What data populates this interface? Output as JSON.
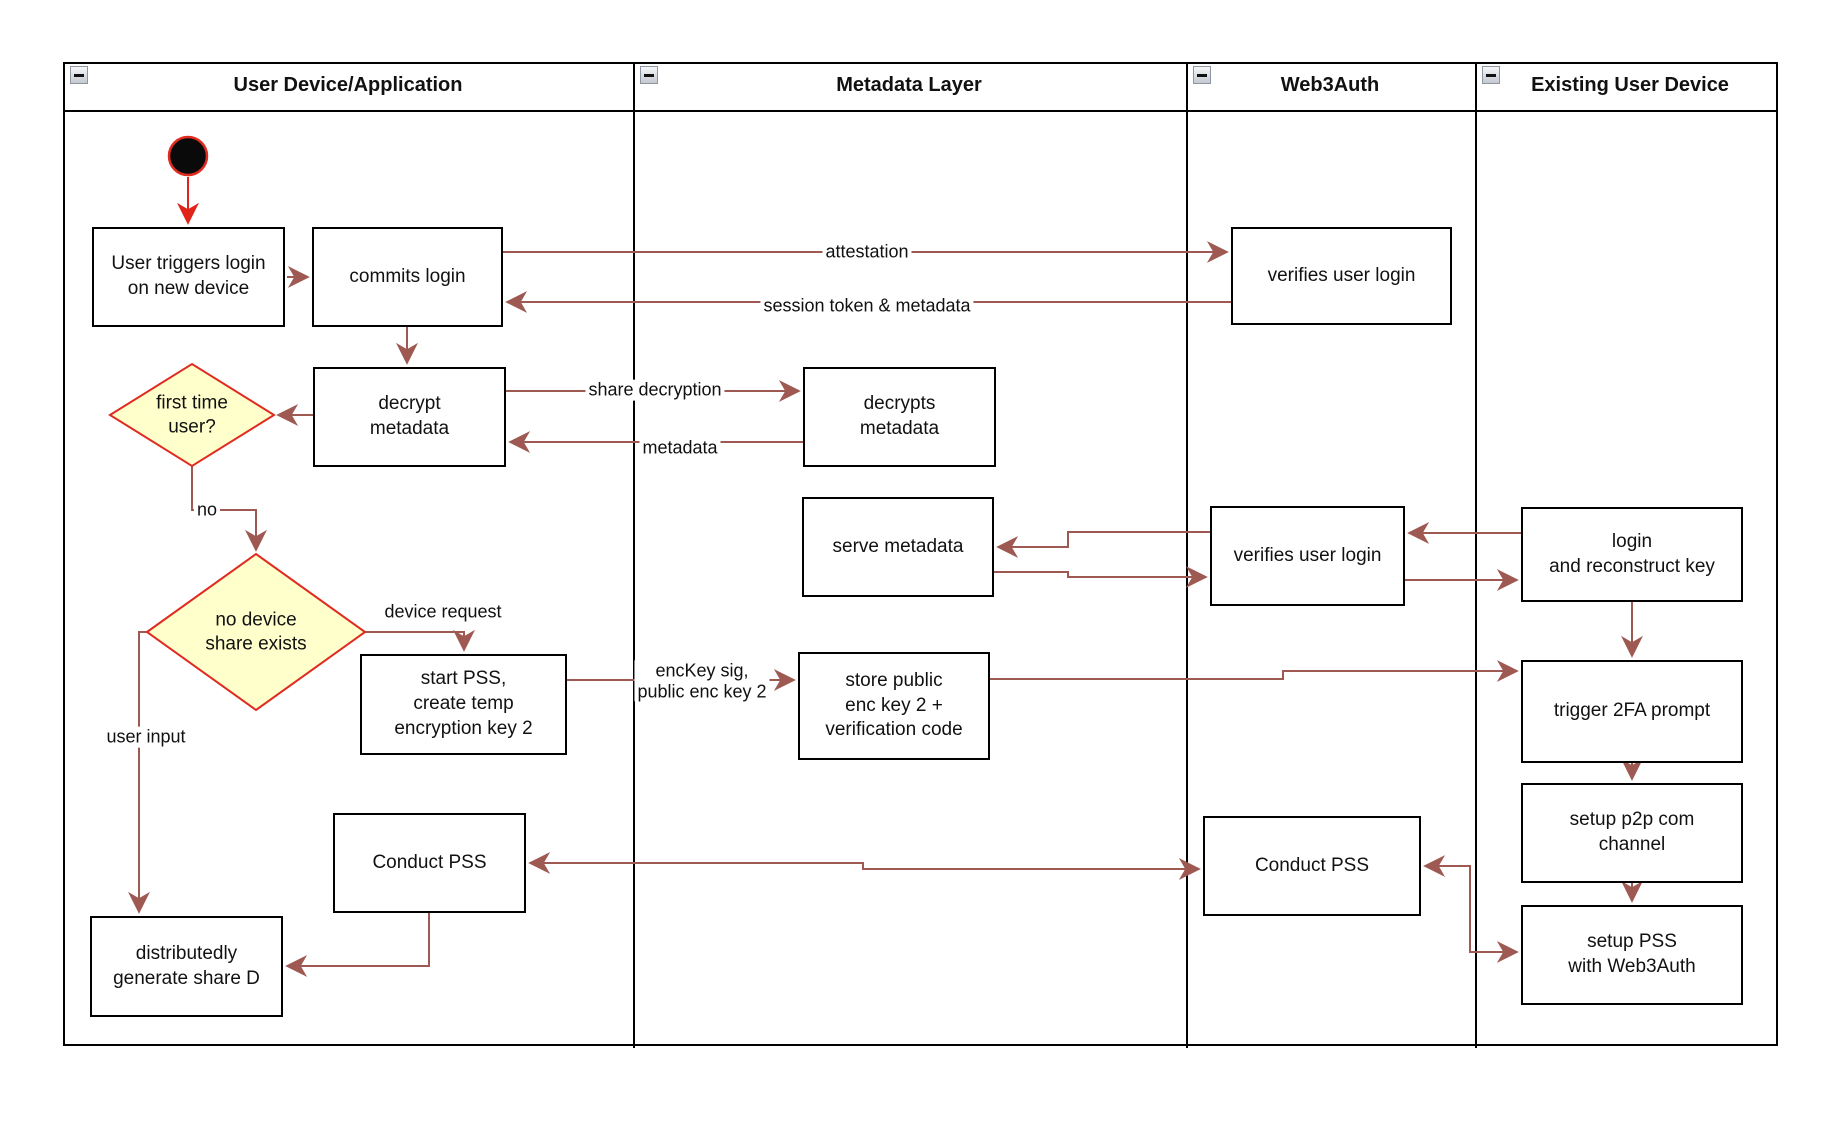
{
  "diagram": {
    "kind": "uml-activity-swimlane-flowchart"
  },
  "lanes": [
    {
      "title": "User Device/Application",
      "collapse_icon": "minus"
    },
    {
      "title": "Metadata Layer",
      "collapse_icon": "minus"
    },
    {
      "title": "Web3Auth",
      "collapse_icon": "minus"
    },
    {
      "title": "Existing User Device",
      "collapse_icon": "minus"
    }
  ],
  "nodes": {
    "start_circle": {
      "type": "initial-node"
    },
    "user_triggers": {
      "label": "User triggers login\non new device"
    },
    "commits_login": {
      "label": "commits login"
    },
    "verifies_login_top": {
      "label": "verifies user login"
    },
    "decrypt_metadata": {
      "label": "decrypt\nmetadata"
    },
    "decrypts_metadata": {
      "label": "decrypts\nmetadata"
    },
    "first_time_user": {
      "label": "first time\nuser?"
    },
    "serve_metadata": {
      "label": "serve metadata"
    },
    "verifies_login_2": {
      "label": "verifies user login"
    },
    "login_reconstruct": {
      "label": "login\nand reconstruct key"
    },
    "no_device_share": {
      "label": "no device\nshare exists"
    },
    "start_pss": {
      "label": "start PSS,\ncreate temp\nencryption key 2"
    },
    "store_public": {
      "label": "store public\nenc key 2 +\nverification code"
    },
    "trigger_2fa": {
      "label": "trigger 2FA prompt"
    },
    "setup_p2p": {
      "label": "setup p2p com\nchannel"
    },
    "conduct_pss_device": {
      "label": "Conduct PSS"
    },
    "conduct_pss_web3auth": {
      "label": "Conduct PSS"
    },
    "setup_pss": {
      "label": "setup PSS\nwith Web3Auth"
    },
    "distributed_share": {
      "label": "distributedly\ngenerate share D"
    }
  },
  "edge_labels": {
    "attestation": "attestation",
    "session_token": "session token & metadata",
    "share_decryption": "share decryption",
    "metadata": "metadata",
    "no": "no",
    "device_request": "device request",
    "enc_key": "encKey sig,\npublic enc key 2",
    "user_input": "user input"
  },
  "colors": {
    "arrow": "#9e5a52",
    "start_arrow": "#e0241a",
    "decision_fill": "#ffffcc",
    "decision_border": "#e02b20",
    "node_border": "#000000",
    "lane_border": "#000000",
    "start_node_fill": "#0a0a0a"
  }
}
